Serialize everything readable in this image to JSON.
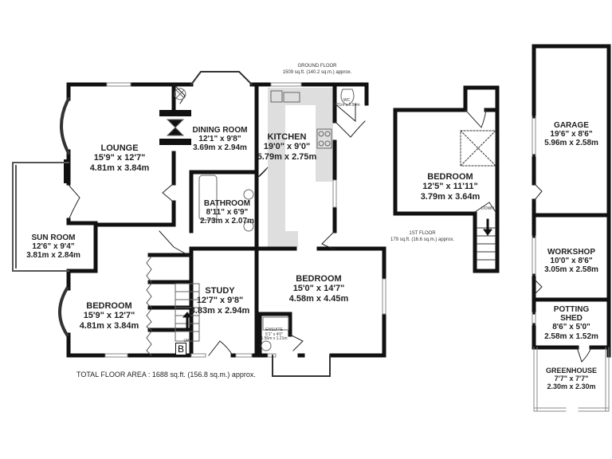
{
  "floors": {
    "ground": {
      "title": "GROUND FLOOR",
      "area": "1509 sq.ft. (140.2 sq.m.) approx."
    },
    "first": {
      "title": "1ST FLOOR",
      "area": "179 sq.ft. (16.6 sq.m.) approx."
    }
  },
  "total_area": "TOTAL FLOOR AREA : 1688 sq.ft. (156.8 sq.m.) approx.",
  "rooms": {
    "lounge": {
      "name": "LOUNGE",
      "imperial": "15'9\"  x 12'7\"",
      "metric": "4.81m  x 3.84m"
    },
    "dining": {
      "name": "DINING ROOM",
      "imperial": "12'1\"  x 9'8\"",
      "metric": "3.69m  x 2.94m"
    },
    "kitchen": {
      "name": "KITCHEN",
      "imperial": "19'0\"  x 9'0\"",
      "metric": "5.79m  x 2.75m"
    },
    "bathroom": {
      "name": "BATHROOM",
      "imperial": "8'11\"  x 6'9\"",
      "metric": "2.73m  x 2.07m"
    },
    "sunroom": {
      "name": "SUN ROOM",
      "imperial": "12'6\"  x 9'4\"",
      "metric": "3.81m  x 2.84m"
    },
    "bedroom_gf_left": {
      "name": "BEDROOM",
      "imperial": "15'9\"  x 12'7\"",
      "metric": "4.81m  x 3.84m"
    },
    "study": {
      "name": "STUDY",
      "imperial": "12'7\"  x 9'8\"",
      "metric": "3.83m  x 2.94m"
    },
    "bedroom_gf_right": {
      "name": "BEDROOM",
      "imperial": "15'0\"  x 14'7\"",
      "metric": "4.58m  x 4.45m"
    },
    "ensuite": {
      "name": "ENSUITE",
      "imperial": "5'1\"  x 4'0\"",
      "metric": "1.56m  x 1.21m"
    },
    "wc": {
      "name": "WC",
      "metric": "1.21m x 0.94m"
    },
    "bedroom_1f": {
      "name": "BEDROOM",
      "imperial": "12'5\"  x 11'11\"",
      "metric": "3.79m  x 3.64m"
    },
    "garage": {
      "name": "GARAGE",
      "imperial": "19'6\"  x 8'6\"",
      "metric": "5.96m  x 2.58m"
    },
    "workshop": {
      "name": "WORKSHOP",
      "imperial": "10'0\"  x 8'6\"",
      "metric": "3.05m  x 2.58m"
    },
    "potting_shed": {
      "name1": "POTTING",
      "name2": "SHED",
      "imperial": "8'6\"  x 5'0\"",
      "metric": "2.58m  x 1.52m"
    },
    "greenhouse": {
      "name": "GREENHOUSE",
      "imperial": "7'7\"  x 7'7\"",
      "metric": "2.30m  x 2.30m"
    }
  },
  "stair_labels": {
    "up": "UP",
    "down": "DOWN",
    "b": "B"
  },
  "colors": {
    "wall": "#111111",
    "worktop": "#dcdcdc",
    "window": "#ffffff"
  }
}
